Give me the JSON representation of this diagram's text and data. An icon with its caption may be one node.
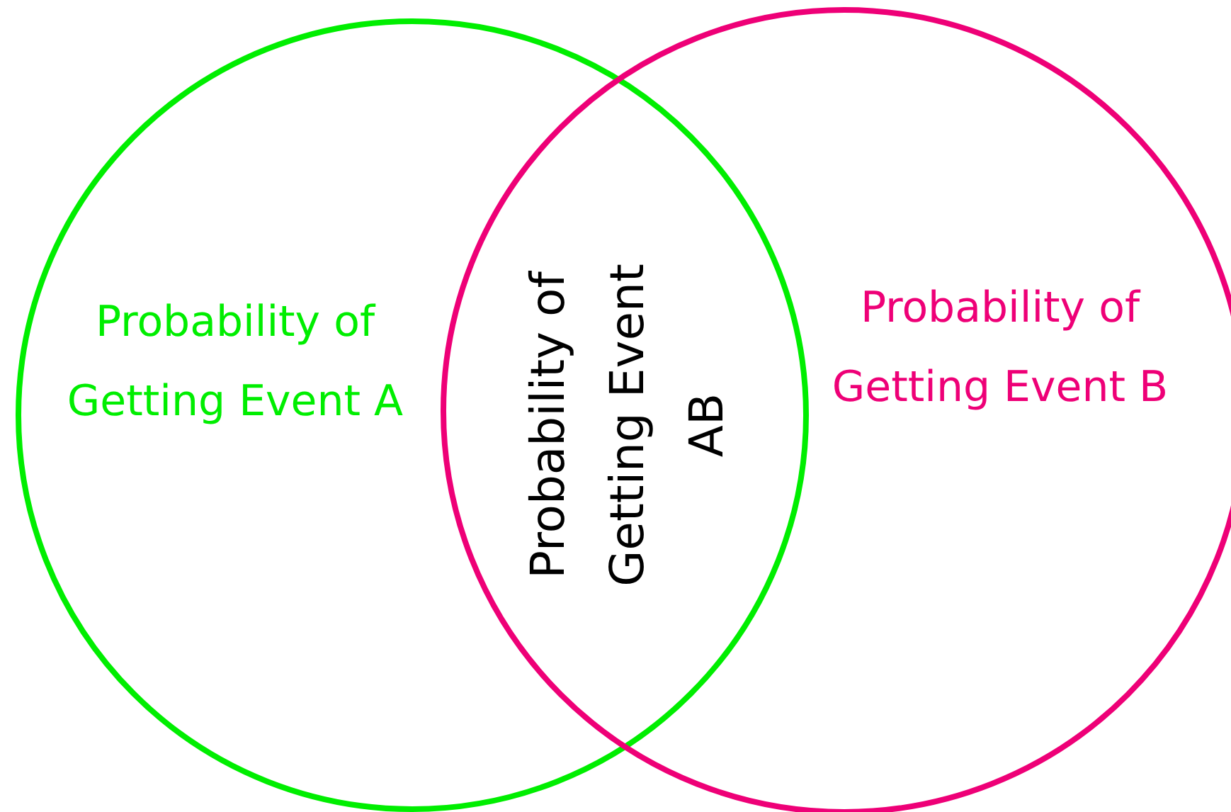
{
  "diagram": {
    "nodes": [
      {
        "text": [
          "Probability of Getting Event A"
        ]
      },
      {
        "text": [
          "Probability of Getting Event B"
        ]
      }
    ],
    "labels": [
      "Probability of Getting Event AB"
    ]
  }
}
